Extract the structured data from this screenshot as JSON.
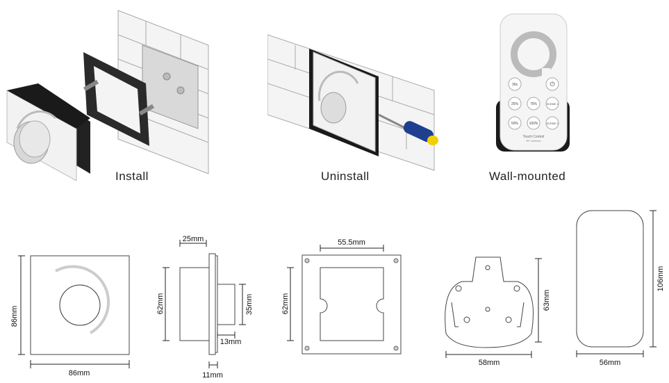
{
  "captions": {
    "install": "Install",
    "uninstall": "Uninstall",
    "wall_mounted": "Wall-mounted"
  },
  "remote": {
    "buttons": [
      "30s",
      "25%",
      "75%",
      "SCENE 1",
      "50%",
      "100%",
      "SCENE 2"
    ],
    "footer": "Touch Control",
    "footer_sub": "RF wireless"
  },
  "dimensions": {
    "panel_height": "86mm",
    "panel_width": "86mm",
    "side_depth": "25mm",
    "side_height": "62mm",
    "side_knob_height": "35mm",
    "side_knob_depth": "13mm",
    "side_plate": "11mm",
    "box_width": "55.5mm",
    "box_height": "62mm",
    "holder_height": "63mm",
    "holder_width": "58mm",
    "remote_height": "106mm",
    "remote_width": "56mm"
  }
}
